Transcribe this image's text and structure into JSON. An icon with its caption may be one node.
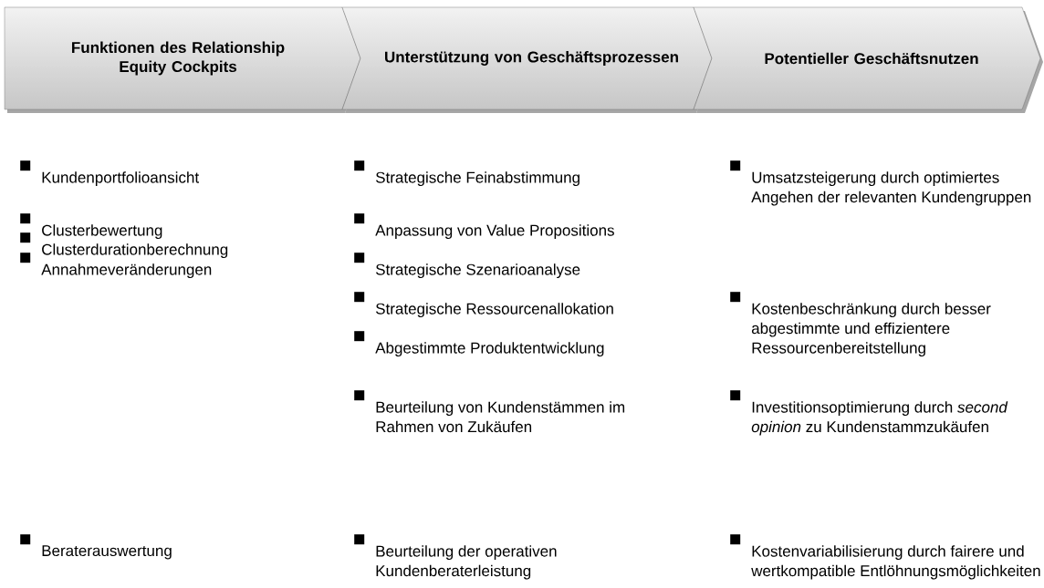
{
  "diagram": {
    "nodes": [
      {
        "text": [
          "Funktionen des Relationship Equity Cockpits"
        ]
      },
      {
        "text": [
          "Unterstützung von Geschäftsprozessen"
        ]
      },
      {
        "text": [
          "Potentieller Geschäftsnutzen"
        ]
      }
    ],
    "labels": [
      "Kundenportfolioansicht",
      "Clusterbewertung",
      "Clusterdurationberechnung",
      "Annahmeveränderungen",
      "Beraterauswertung",
      "Strategische Feinabstimmung",
      "Anpassung von Value Propositions",
      "Strategische Szenarioanalyse",
      "Strategische Ressourcenallokation",
      "Abgestimmte Produktentwicklung",
      "Beurteilung von Kundenstämmen im Rahmen von Zukäufen",
      "Beurteilung der operativen Kundenberaterleistung",
      "Umsatzsteigerung durch optimiertes Angehen der relevanten Kundengruppen",
      "Kostenbeschränkung durch besser abgestimmte und effizientere Ressourcenbereitstellung",
      "Investitionsoptimierung durch *second opinion* zu Kundenstammzukäufen",
      "Kostenvariabilisierung durch fairere und wertkompatible Entlöhnungsmöglichkeiten"
    ]
  }
}
